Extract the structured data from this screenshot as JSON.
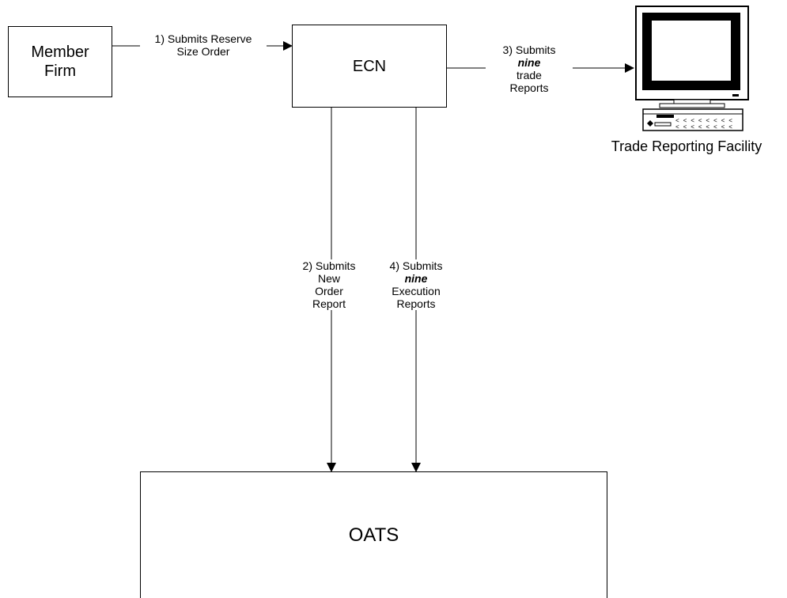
{
  "nodes": {
    "member_firm": "Member\nFirm",
    "ecn": "ECN",
    "oats": "OATS",
    "trade_reporting_facility": "Trade Reporting Facility"
  },
  "edges": {
    "step1": {
      "line1": "1) Submits  Reserve",
      "line2": "Size Order"
    },
    "step2": {
      "line1": "2) Submits",
      "line2": "New",
      "line3": "Order",
      "line4": "Report"
    },
    "step3": {
      "line1": "3) Submits",
      "line2": "nine",
      "line3": "trade",
      "line4": "Reports"
    },
    "step4": {
      "line1": "4) Submits",
      "line2": "nine",
      "line3": "Execution",
      "line4": "Reports"
    }
  },
  "icons": {
    "trade_reporting_facility": "computer-terminal-icon"
  }
}
